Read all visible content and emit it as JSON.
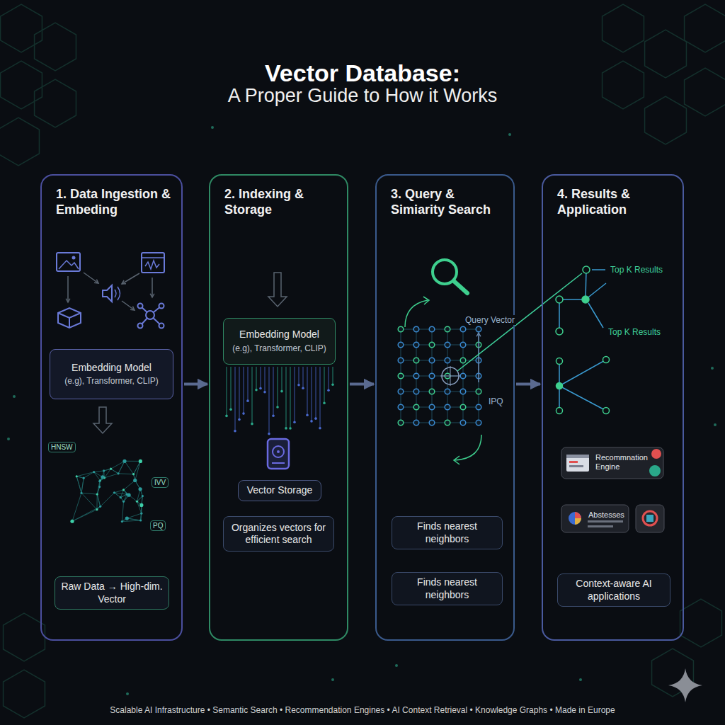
{
  "diagram": {
    "title": "Vector Database:",
    "caption": "Scalable AI Infrastructure • Semantic Search • Recommendation Engines • AI Context Retrieval • Knowledge Graphs • Made in Europe",
    "nodes": [
      {
        "text": [
          "1. Data Ingestion & Embeding"
        ]
      },
      {
        "text": [
          "Embedding Model",
          "(e.g), Transformer, CLIP)"
        ],
        "in": 0
      },
      {
        "text": [
          "Raw Data → High-dim. Vector"
        ],
        "in": 0
      },
      {
        "text": [
          "2. Indexing & Storage"
        ]
      },
      {
        "text": [
          "Embedding Model",
          "(e.g), Transformer, CLIP)"
        ],
        "in": 3
      },
      {
        "text": [
          "Vector Storage"
        ],
        "in": 3
      },
      {
        "text": [
          "Organizes vectors for efficient search"
        ],
        "in": 3
      },
      {
        "text": [
          "3. Query & Simiarity Search"
        ]
      },
      {
        "text": [
          "Finds nearest neighbors"
        ],
        "in": 7
      },
      {
        "text": [
          "Finds nearest neighbors"
        ],
        "in": 7
      },
      {
        "text": [
          "4. Results & Application"
        ]
      },
      {
        "text": [
          "Recommnation Engine"
        ],
        "in": 10
      },
      {
        "text": [
          "Abstesses"
        ],
        "in": 10
      },
      {
        "text": [
          "Context-aware AI applications"
        ],
        "in": 10
      }
    ],
    "edges": [
      {
        "from": 0,
        "to": 3,
        "arrow": "to"
      },
      {
        "from": 3,
        "to": 7,
        "arrow": "to"
      },
      {
        "from": 7,
        "to": 10,
        "arrow": "to"
      }
    ],
    "labels": [
      "A Proper Guide to How it Works",
      "HNSW",
      "IVV",
      "PQ",
      "Query Vector",
      "IPQ",
      "Top K Results",
      "Top K Results"
    ]
  }
}
